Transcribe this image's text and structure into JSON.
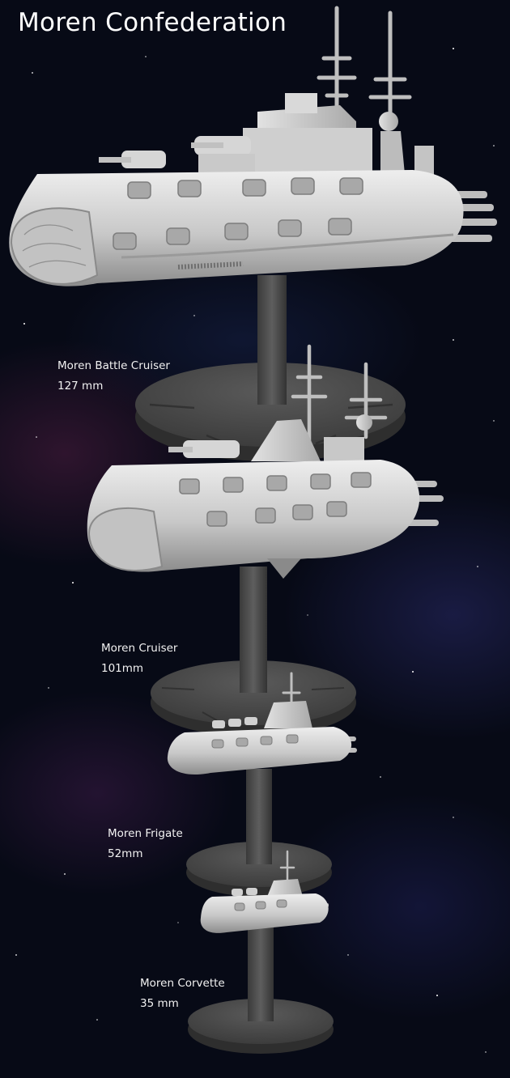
{
  "page": {
    "title": "Moren Confederation"
  },
  "ships": [
    {
      "name": "Moren Battle Cruiser",
      "size": "127 mm"
    },
    {
      "name": "Moren Cruiser",
      "size": "101mm"
    },
    {
      "name": "Moren Frigate",
      "size": "52mm"
    },
    {
      "name": "Moren Corvette",
      "size": "35 mm"
    }
  ],
  "colors": {
    "background": "#070a16",
    "ship": "#cfcfcf",
    "stand": "#4a4a4a",
    "text": "#ffffff"
  }
}
